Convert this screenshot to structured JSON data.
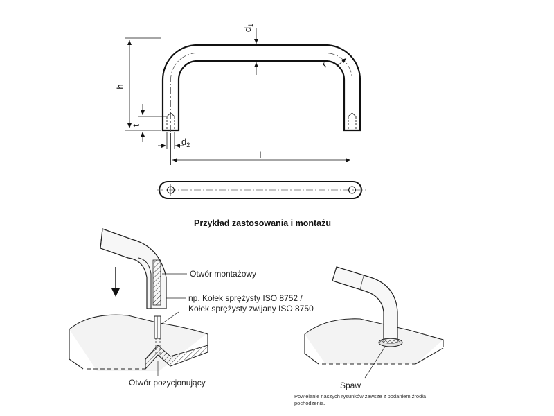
{
  "diagram": {
    "dimensions": {
      "h": "h",
      "t": "t",
      "l": "l",
      "r": "r",
      "d1_base": "d",
      "d1_sub": "1",
      "d2_base": "d",
      "d2_sub": "2"
    },
    "heading": "Przykład zastosowania i montażu",
    "callouts": {
      "mounting_hole": "Otwór montażowy",
      "pin_line1": "np. Kołek sprężysty ISO 8752 /",
      "pin_line2": "Kołek sprężysty zwijany ISO 8750",
      "positioning_hole": "Otwór pozycjonujący",
      "weld": "Spaw"
    },
    "note": {
      "line1": "Powielanie naszych rysunków zawsze z podaniem źródła",
      "line2": "pochodzenia."
    }
  }
}
